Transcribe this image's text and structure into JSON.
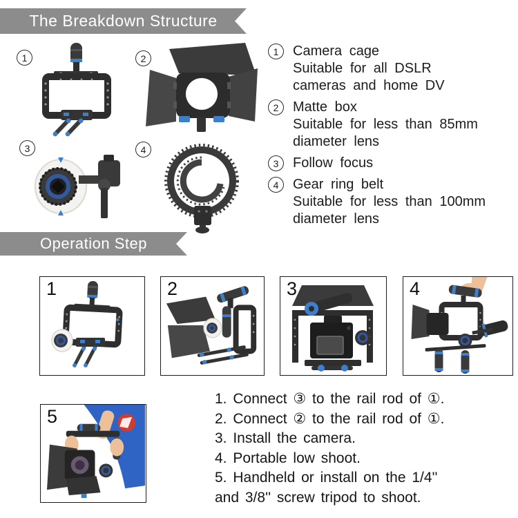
{
  "colors": {
    "banner_gray": "#8c8c8c",
    "accent_blue": "#3f7ec9",
    "deep_blue": "#33589e",
    "body_dark": "#2e2e2e",
    "shirt_blue": "#2f63c4",
    "logo_red": "#d23b2f"
  },
  "banners": {
    "breakdown": "The Breakdown Structure",
    "operation": "Operation Step"
  },
  "breakdown": {
    "products": [
      {
        "number": "1",
        "label": "camera-cage"
      },
      {
        "number": "2",
        "label": "matte-box"
      },
      {
        "number": "3",
        "label": "follow-focus"
      },
      {
        "number": "4",
        "label": "gear-ring-belt"
      }
    ],
    "descriptions": [
      {
        "number": "1",
        "title": "Camera cage",
        "lines": [
          "Suitable for all DSLR",
          "cameras and home DV"
        ]
      },
      {
        "number": "2",
        "title": "Matte box",
        "lines": [
          "Suitable for less than 85mm",
          "diameter lens"
        ]
      },
      {
        "number": "3",
        "title": "Follow focus",
        "lines": []
      },
      {
        "number": "4",
        "title": "Gear ring belt",
        "lines": [
          "Suitable for less than 100mm",
          "diameter lens"
        ]
      }
    ]
  },
  "operation": {
    "steps": [
      {
        "number": "1"
      },
      {
        "number": "2"
      },
      {
        "number": "3"
      },
      {
        "number": "4"
      },
      {
        "number": "5"
      }
    ],
    "instructions": [
      "1. Connect ③ to the rail rod of ①.",
      "2. Connect ② to the rail rod of ①.",
      "3. Install the camera.",
      "4. Portable low shoot.",
      "5. Handheld or install on the 1/4''",
      "and 3/8'' screw tripod to shoot."
    ]
  }
}
